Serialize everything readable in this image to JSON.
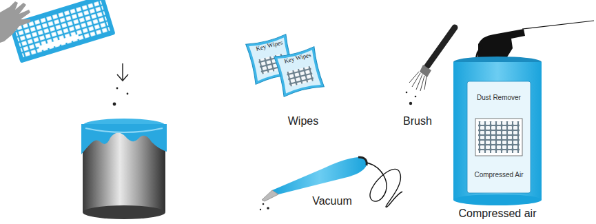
{
  "diagram": {
    "labels": [
      "Key Wipes",
      "Key Wipes",
      "Wipes",
      "Brush",
      "Dust Remover",
      "Compressed Air",
      "Vacuum",
      "Compressed air"
    ]
  }
}
